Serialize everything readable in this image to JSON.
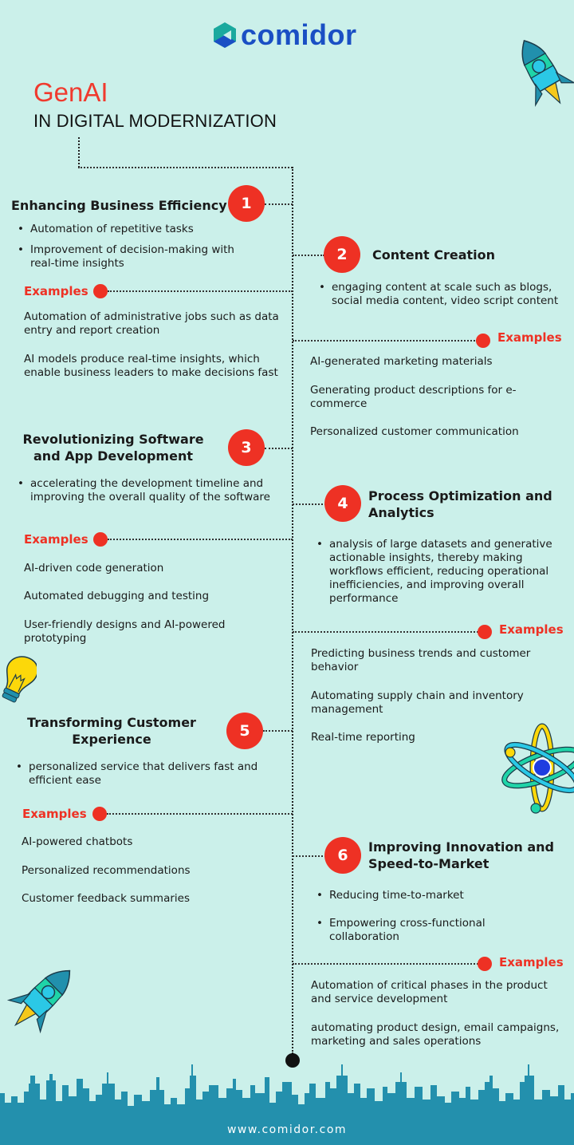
{
  "brand": {
    "logo_text": "comidor",
    "logo_icon": "comidor-hexagon-logo-icon",
    "colors": {
      "brand_blue": "#1a4fc4",
      "accent_red": "#ee3124",
      "background": "#cbf0ea",
      "skyline": "#2390ad"
    }
  },
  "header": {
    "title": "GenAI",
    "subtitle": "IN DIGITAL MODERNIZATION"
  },
  "sections": [
    {
      "number": "1",
      "title": "Enhancing Business Efficiency",
      "bullets": [
        "Automation of repetitive tasks",
        "Improvement of decision-making with real-time insights"
      ],
      "examples_label": "Examples",
      "examples": [
        "Automation of administrative jobs such as data entry and report creation",
        "AI models produce real-time insights, which enable business leaders to make decisions fast"
      ]
    },
    {
      "number": "2",
      "title": "Content Creation",
      "bullets": [
        "engaging content at scale such as blogs, social media content, video script content"
      ],
      "examples_label": "Examples",
      "examples": [
        "AI-generated marketing materials",
        "Generating product descriptions for e-commerce",
        "Personalized customer communication"
      ]
    },
    {
      "number": "3",
      "title": "Revolutionizing Software and App Development",
      "bullets": [
        "accelerating the development timeline and improving the overall quality of the software"
      ],
      "examples_label": "Examples",
      "examples": [
        "AI-driven code generation",
        "Automated debugging and testing",
        "User-friendly designs and AI-powered prototyping"
      ]
    },
    {
      "number": "4",
      "title": "Process Optimization and Analytics",
      "bullets": [
        "analysis of large datasets and generative actionable insights, thereby making workflows efficient, reducing operational inefficiencies, and improving overall performance"
      ],
      "examples_label": "Examples",
      "examples": [
        "Predicting business trends and customer behavior",
        "Automating supply chain and inventory management",
        "Real-time reporting"
      ]
    },
    {
      "number": "5",
      "title": "Transforming Customer Experience",
      "bullets": [
        "personalized service that delivers fast and efficient ease"
      ],
      "examples_label": "Examples",
      "examples": [
        "AI-powered chatbots",
        "Personalized recommendations",
        "Customer feedback summaries"
      ]
    },
    {
      "number": "6",
      "title": "Improving Innovation and Speed-to-Market",
      "bullets": [
        "Reducing time-to-market",
        "Empowering cross-functional collaboration"
      ],
      "examples_label": "Examples",
      "examples": [
        "Automation of critical phases in the product and service development",
        "automating product design, email campaigns, marketing and sales operations"
      ]
    }
  ],
  "decorations": [
    "rocket-icon",
    "lightbulb-icon",
    "atom-icon",
    "rocket-icon",
    "city-skyline"
  ],
  "footer": {
    "url": "www.comidor.com"
  }
}
